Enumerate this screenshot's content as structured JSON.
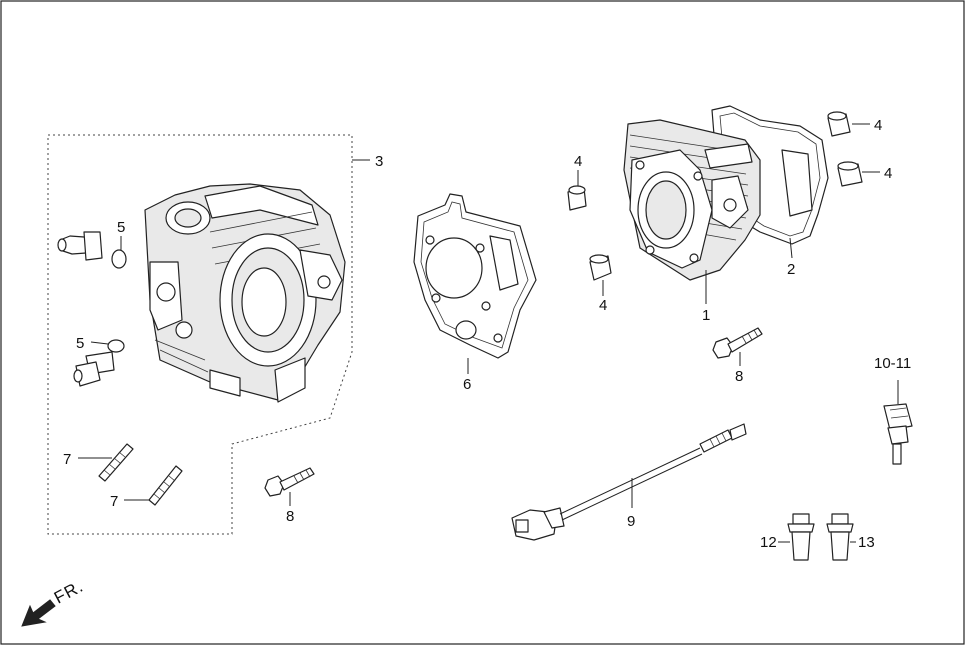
{
  "diagram": {
    "title": "",
    "direction_label": "FR.",
    "callouts": {
      "c1": "1",
      "c2": "2",
      "c3": "3",
      "c4a": "4",
      "c4b": "4",
      "c4c": "4",
      "c4d": "4",
      "c5a": "5",
      "c5b": "5",
      "c6": "6",
      "c7a": "7",
      "c7b": "7",
      "c8a": "8",
      "c8b": "8",
      "c9": "9",
      "c10_11": "10-11",
      "c12": "12",
      "c13": "13"
    }
  }
}
